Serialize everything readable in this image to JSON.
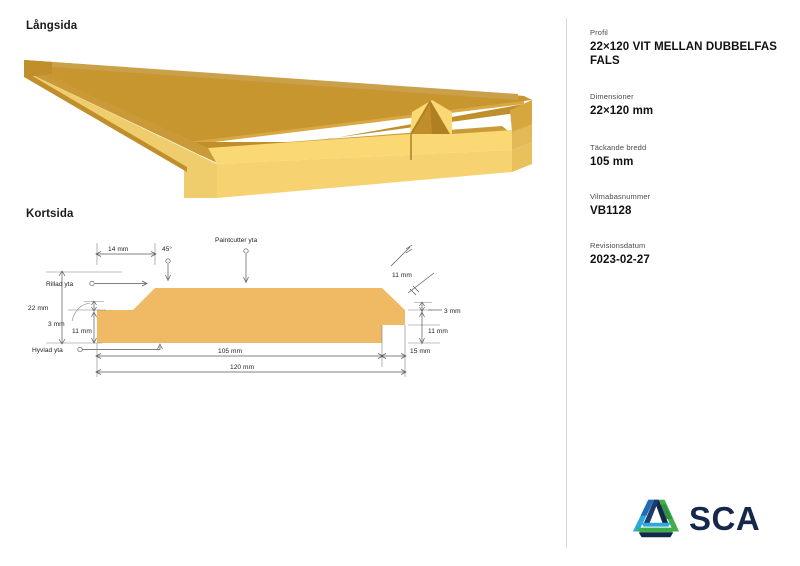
{
  "document": {
    "sections": [
      {
        "id": "langsida",
        "title": "Långsida"
      },
      {
        "id": "kortsida",
        "title": "Kortsida"
      }
    ]
  },
  "specs": [
    {
      "label": "Profil",
      "value": "22×120 VIT MELLAN DUBBELFAS FALS"
    },
    {
      "label": "Dimensioner",
      "value": "22×120 mm"
    },
    {
      "label": "Täckande bredd",
      "value": "105 mm"
    },
    {
      "label": "Vilmabasnummer",
      "value": "VB1128"
    },
    {
      "label": "Revisionsdatum",
      "value": "2023-02-27"
    }
  ],
  "spec_map": {
    "profil": {
      "label": "Profil",
      "value_line1": "22×120 VIT MELLAN DUBBELFAS",
      "value_line2": "FALS"
    },
    "dimensioner": {
      "label": "Dimensioner",
      "value": "22×120 mm"
    },
    "tackande_bredd": {
      "label": "Täckande bredd",
      "value": "105 mm"
    },
    "vilmabasnummer": {
      "label": "Vilmabasnummer",
      "value": "VB1128"
    },
    "revisionsdatum": {
      "label": "Revisionsdatum",
      "value": "2023-02-27"
    }
  },
  "logo": {
    "name": "sca-logo",
    "wordmark": "SCA",
    "mark_colors": {
      "green": "#3fae49",
      "teal": "#2aa9e0",
      "navy": "#15284b",
      "blue": "#1f6bb4"
    }
  },
  "drawing": {
    "title": "22×120 VIT MELLAN DUBBELFAS FALS",
    "wood_color": "#efba63",
    "perspective_colors": {
      "top": "#c8962e",
      "top_light": "#d9a843",
      "end_face": "#fad873",
      "side": "#c08f2c",
      "groove": "#b07f22"
    },
    "annotations": {
      "rillad_yta": "Rillad yta",
      "hyvlad_yta": "Hyvlad yta",
      "paintcutter_yta": "Paintcutter yta",
      "angle_45": "45°",
      "width_14": "14 mm",
      "height_22": "22 mm",
      "height_3_left": "3 mm",
      "height_11_left": "11 mm",
      "chamfer_11_right": "11 mm",
      "height_3_right": "3 mm",
      "height_11_right": "11 mm",
      "width_105": "105 mm",
      "width_15": "15 mm",
      "width_120": "120 mm"
    },
    "dimensions": {
      "thickness_mm": 22,
      "total_width_mm": 120,
      "covering_width_mm": 105,
      "rebate_width_mm": 15,
      "groove_offset_mm": 14,
      "chamfer_angle_deg": 45,
      "step_depth_mm": 3,
      "shoulder_height_mm": 11,
      "chamfer_length_mm": 11
    }
  }
}
